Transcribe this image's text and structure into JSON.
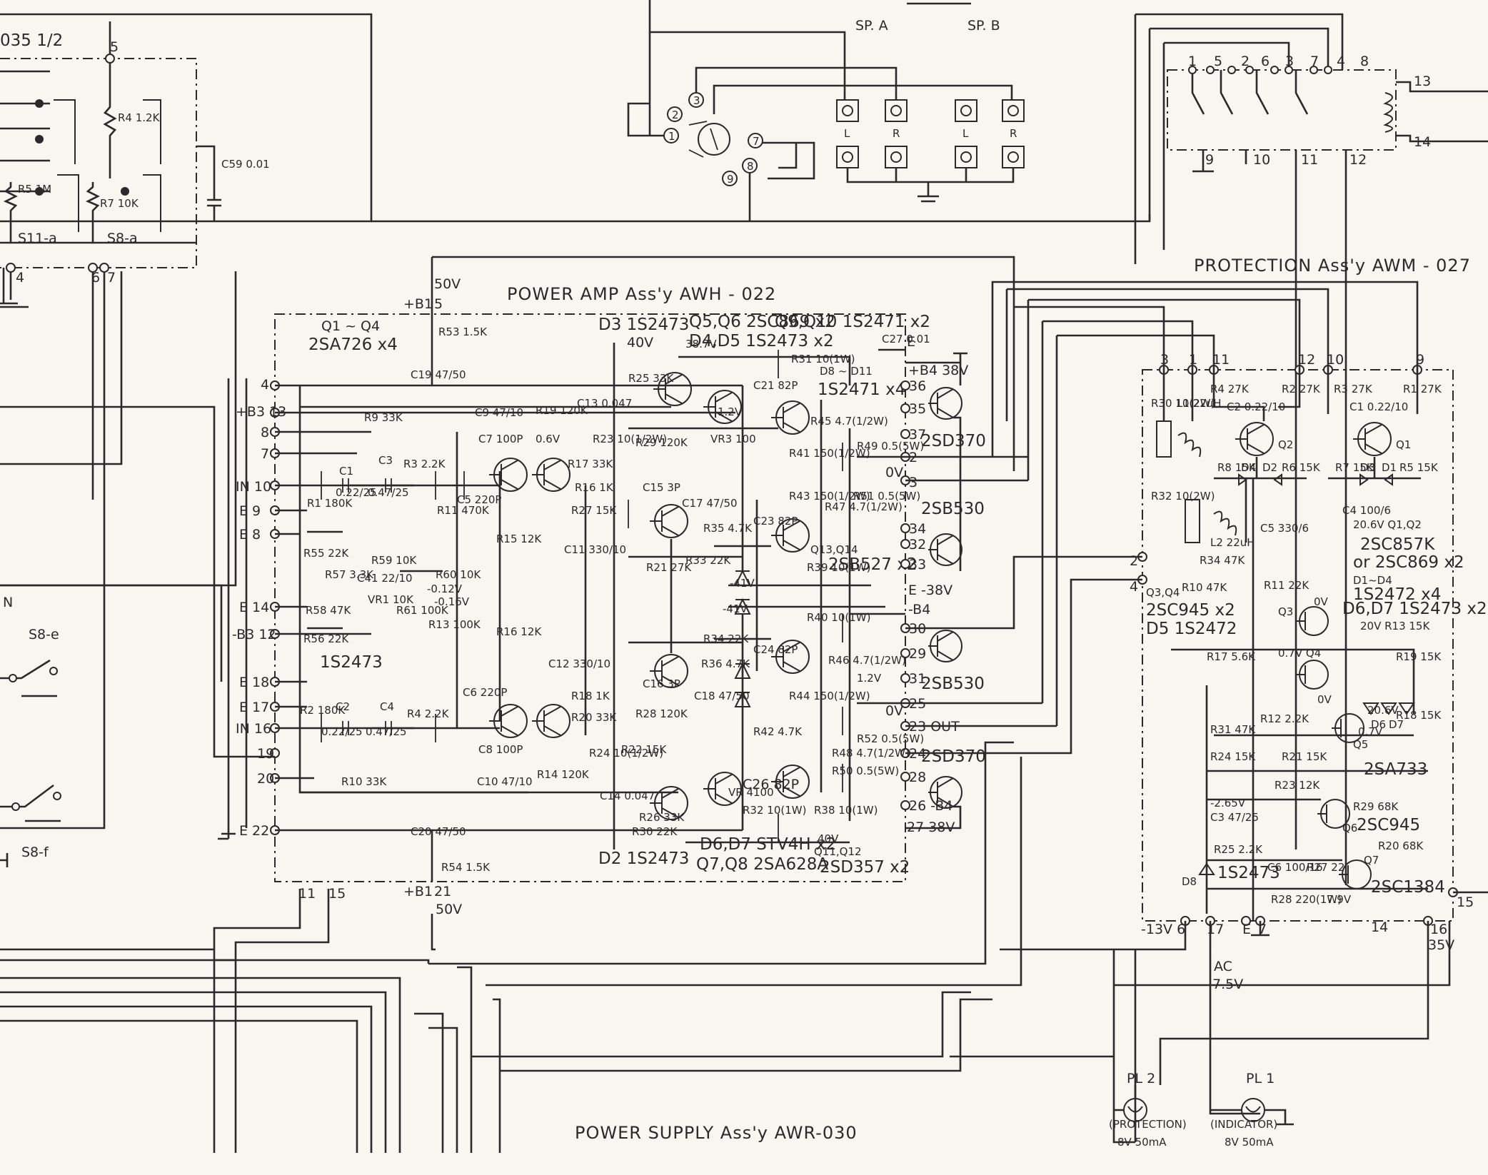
{
  "titles": {
    "power_amp": "POWER AMP Ass'y  AWH - 022",
    "protection": "PROTECTION Ass'y  AWM - 027",
    "power_supply": "POWER SUPPLY Ass'y  AWR-030",
    "corner_fragment": "035 1/2"
  },
  "speaker_labels": {
    "sp_a": "SP. A",
    "sp_b": "SP. B",
    "left": "L",
    "right": "R"
  },
  "selector_terminals": [
    "1",
    "2",
    "3",
    "7",
    "8",
    "9"
  ],
  "left_panel": {
    "terminals": [
      "5",
      "4",
      "6",
      "7"
    ],
    "labels": [
      "R4 1.2K",
      "R5 1M",
      "R7 10K",
      "C59 0.01",
      "S11-a",
      "S8-a",
      "S8-e",
      "S8-f",
      "N"
    ]
  },
  "relay": {
    "top_pins": [
      "1",
      "5",
      "2",
      "6",
      "3",
      "7",
      "4",
      "8"
    ],
    "bottom_pins": [
      "9",
      "10",
      "11",
      "12"
    ],
    "coil_pins": [
      "13",
      "14"
    ]
  },
  "power_amp": {
    "supply_labels": [
      "50V",
      "+B1",
      "5",
      "R53 1.5K",
      "C19 47/50",
      "E",
      "+B4 38V",
      "C27 0.01",
      "-B4",
      "E -38V",
      "+B1",
      "21",
      "50V",
      "R54 1.5K",
      "C20 47/50",
      "11",
      "15",
      "27 38V"
    ],
    "semiconductors": [
      "Q1 ~ Q4",
      "2SA726 x4",
      "D3 1S2473",
      "Q5,Q6 2SC869 x2",
      "D4,D5 1S2473 x2",
      "Q9,Q10 1S2471 x2",
      "D8 ~ D11",
      "1S2471 x4",
      "2SD370",
      "2SB530",
      "Q13,Q14",
      "2SB527 x2",
      "2SB530",
      "2SD370",
      "1S2473",
      "D6,D7 STV4H x2",
      "D2 1S2473",
      "Q7,Q8 2SA628A",
      "Q11,Q12",
      "2SD357 x2"
    ],
    "pin_labels": [
      "4",
      "+B3 13",
      "8",
      "7",
      "IN 10",
      "E 9",
      "E 8",
      "E 14",
      "-B3 12",
      "E 18",
      "E 17",
      "IN 16",
      "19",
      "20",
      "E 22"
    ],
    "output_labels": [
      "36",
      "35",
      "37",
      "2",
      "0V",
      "3",
      "34",
      "32",
      "33",
      "30",
      "29",
      "31",
      "25",
      "0V",
      "23 OUT",
      "24",
      "28",
      "26 -B4"
    ],
    "components_top": [
      "R9 33K",
      "C9 47/10",
      "R19 120K",
      "C7 100P",
      "0.6V",
      "C1",
      "0.22/25",
      "C3",
      "0.47/25",
      "R3 2.2K",
      "R1 180K",
      "R11 470K",
      "C5 220P",
      "R17 33K",
      "R16 1K",
      "R15 12K",
      "C11 330/10",
      "R27 15K",
      "C13 0.047",
      "R23 10(1/2W)",
      "R29 120K",
      "R21 27K",
      "R25 33K",
      "38.7V",
      "40V",
      "R31 10(1W)",
      "C21 82P",
      "1.2V",
      "VR3 100",
      "R45 4.7(1/2W)",
      "R41 150(1/2W)",
      "R43 150(1/2W)",
      "R47 4.7(1/2W)",
      "R49 0.5(5W)",
      "R51 0.5(5W)",
      "C15 3P",
      "C17 47/50",
      "R33 22K",
      "R35 4.7K",
      "C23 82P",
      "R39 10(1W)",
      "-41V"
    ],
    "components_bottom": [
      "R55 22K",
      "R57 3.3K",
      "R59 10K",
      "VR1 10K",
      "C41 22/10",
      "R58 47K",
      "R61 100K",
      "R56 22K",
      "R60 10K",
      "-0.12V",
      "-0.16V",
      "R13 100K",
      "-41V",
      "R2 180K",
      "C2",
      "0.22/25",
      "C4",
      "0.47/25",
      "R4 2.2K",
      "C6 220P",
      "R14 120K",
      "R10 33K",
      "C8 100P",
      "C10 47/10",
      "R18 1K",
      "R20 33K",
      "C12 330/10",
      "R16 12K",
      "R24 10(1/2W)",
      "R28 120K",
      "R22 15K",
      "R26 33K",
      "R30 22K",
      "C14 0.047",
      "C18 47/50",
      "C16 3P",
      "R34 22K",
      "R36 4.7K",
      "C24 82P",
      "R40 10(1W)",
      "VR 4100",
      "R42 4.7K",
      "R44 150(1/2W)",
      "R46 4.7(1/2W)",
      "R48 4.7(1/2W)",
      "R50 0.5(5W)",
      "R52 0.5(5W)",
      "1.2V",
      "C26 82P",
      "R32 10(1W)",
      "R38 10(1W)",
      "40V"
    ]
  },
  "protection": {
    "pins_top": [
      "3",
      "1",
      "11",
      "12",
      "10",
      "9"
    ],
    "pins_bottom": [
      "-13V 6",
      "17",
      "E",
      "7",
      "16",
      "35V",
      "15",
      "14"
    ],
    "labels": [
      "R30 10(2W)",
      "L1 22uH",
      "R32 10(2W)",
      "L2 22uH",
      "R4 27K",
      "C2 0.22/10",
      "R2 27K",
      "Q2",
      "R3 27K",
      "C1 0.22/10",
      "R1 27K",
      "Q1",
      "R8 15K",
      "D4",
      "D2",
      "R6 15K",
      "R7 15K",
      "D3",
      "D1",
      "R5 15K",
      "R34 47K",
      "R10 47K",
      "2",
      "4",
      "Q3,Q4",
      "2SC945 x2",
      "D5 1S2472",
      "C5 330/6",
      "C4 100/6",
      "20.6V  Q1,Q2",
      "2SC857K",
      "or 2SC869 x2",
      "D1~D4",
      "1S2472 x4",
      "D6,D7 1S2473 x2",
      "20V  R13 15K",
      "R11 22K",
      "Q3",
      "0V",
      "0.7V Q4",
      "0V",
      "R17 5.6K",
      "R12 2.2K",
      "R31 47K",
      "R24 15K",
      "R21 15K",
      "R23 12K",
      "R19 15K",
      "R18 15K",
      "20.6V",
      "0.7V",
      "2SA733",
      "-2.65V",
      "C3 47/25",
      "R25 2.2K",
      "D8",
      "1S2473",
      "C6 100/16",
      "R27 22",
      "R28 220(1W)",
      "R29 68K",
      "2SC945",
      "R20 68K",
      "7.9V",
      "2SC1384",
      "Q5",
      "Q6",
      "Q7",
      "D6",
      "D7"
    ]
  },
  "ac": {
    "label": "AC",
    "value": "7.5V"
  },
  "lamps": [
    {
      "ref": "PL 2",
      "name": "(PROTECTION)",
      "rating": "8V 50mA"
    },
    {
      "ref": "PL 1",
      "name": "(INDICATOR)",
      "rating": "8V 50mA"
    }
  ]
}
